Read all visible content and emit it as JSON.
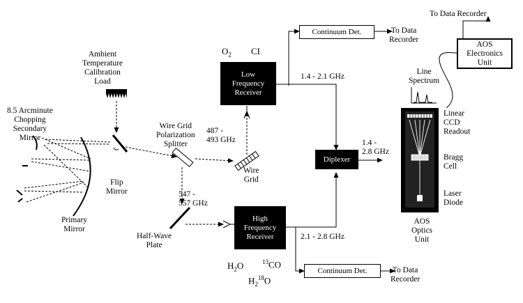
{
  "labels": {
    "to_data_recorder_top": "To Data Recorder",
    "to_data_recorder_1": "To Data\nRecorder",
    "to_data_recorder_2": "To Data\nRecorder",
    "ambient_load": "Ambient\nTemperature\nCalibration\nLoad",
    "chopping_mirror": "8.5 Arcminute\nChopping\nSecondary\nMirror",
    "polarization_splitter": "Wire Grid\nPolarization\nSplitter",
    "freq_487": "487 -\n493 GHz",
    "freq_547": "547 -\n557 GHz",
    "wire_grid": "Wire\nGrid",
    "flip_mirror": "Flip\nMirror",
    "primary_mirror": "Primary\nMirror",
    "half_wave_plate": "Half-Wave\nPlate",
    "low_band": "1.4 - 2.1 GHz",
    "high_band": "2.1 - 2.8 GHz",
    "diplexer_out": "1.4 -\n2.8 GHz",
    "line_spectrum": "Line\nSpectrum",
    "linear_ccd": "Linear\nCCD\nReadout",
    "bragg_cell": "Bragg\nCell",
    "laser_diode": "Laser\nDiode",
    "aos_optics": "AOS\nOptics\nUnit"
  },
  "boxes": {
    "continuum_top": "Continuum Det.",
    "continuum_bottom": "Continuum Det.",
    "low_receiver": "Low\nFrequency\nReceiver",
    "high_receiver": "High\nFrequency\nReceiver",
    "diplexer": "Diplexer",
    "aos_electronics": "AOS\nElectronics\nUnit"
  },
  "molecules": {
    "o2": {
      "base": "O",
      "sub": "2"
    },
    "ci": "CI",
    "h2o": {
      "base": "H",
      "sub": "2",
      "tail": "O"
    },
    "co13": {
      "sup": "13",
      "base": "CO"
    },
    "h218o": {
      "base": "H",
      "sub": "2",
      "sup": "18",
      "tail": "O"
    }
  }
}
